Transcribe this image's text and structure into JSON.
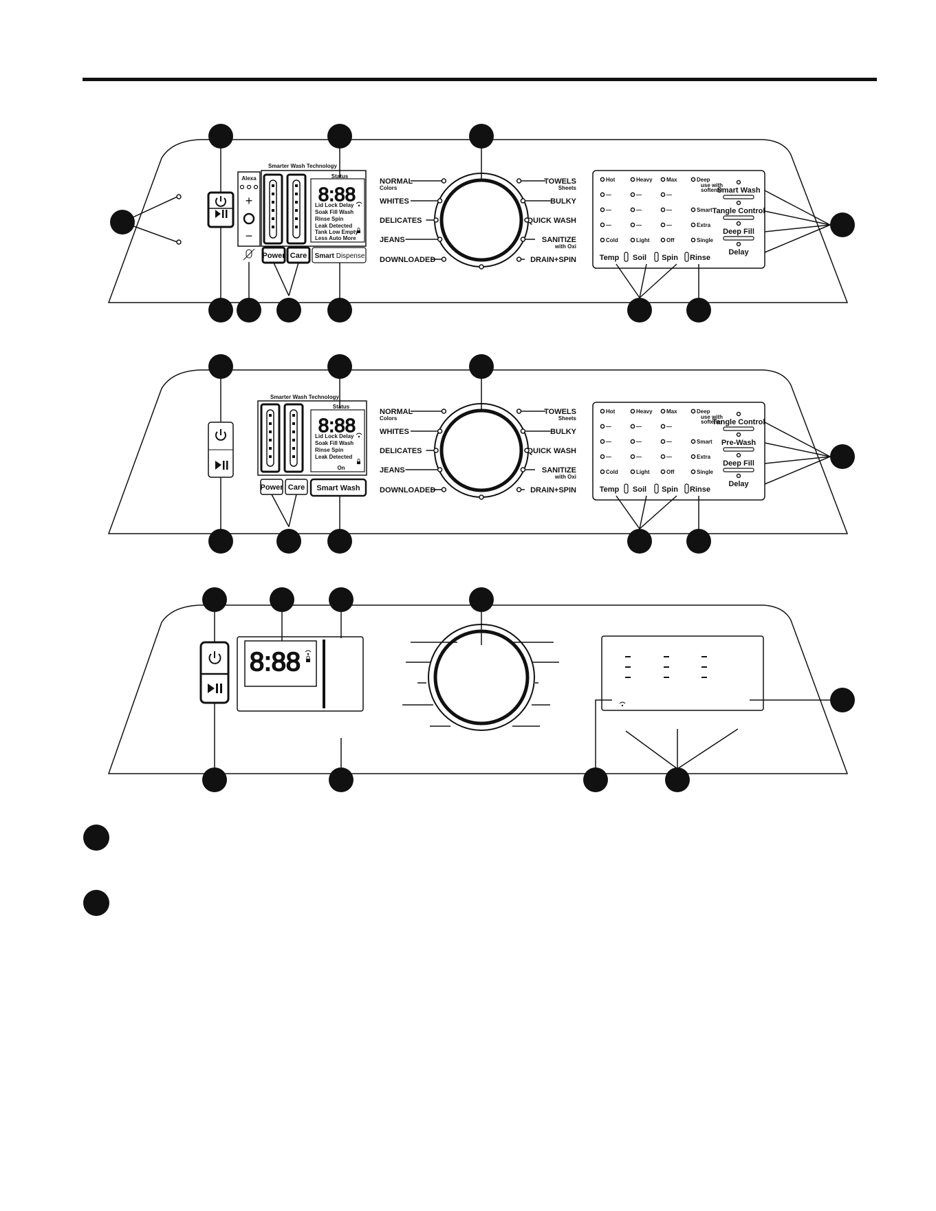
{
  "panel1": {
    "alexa_label": "Alexa",
    "plus": "+",
    "minus": "−",
    "smarter_wash": "Smarter Wash Technology",
    "status_label": "Status",
    "digits": "8:88",
    "status_rows": [
      "Lid  Lock  Delay",
      "Soak   Fill    Wash",
      "Rinse  Spin",
      "Leak Detected",
      "Tank Low Empty",
      "Less    Auto    More"
    ],
    "power_label": "Power",
    "care_label": "Care",
    "dispense_bold": "Smart",
    "dispense_rest": " Dispense"
  },
  "panel2": {
    "smarter_wash": "Smarter Wash Technology",
    "status_label": "Status",
    "digits": "8:88",
    "status_rows": [
      "Lid  Lock  Delay",
      "Soak   Fill    Wash",
      "Rinse  Spin",
      "Leak Detected"
    ],
    "on_label": "On",
    "power_label": "Power",
    "care_label": "Care",
    "smart_wash_button": "Smart Wash"
  },
  "panel3": {
    "digits": "8:88"
  },
  "cycles_left": [
    {
      "name": "NORMAL",
      "sub": "Colors"
    },
    {
      "name": "WHITES",
      "sub": ""
    },
    {
      "name": "DELICATES",
      "sub": ""
    },
    {
      "name": "JEANS",
      "sub": ""
    },
    {
      "name": "DOWNLOADED",
      "sub": ""
    }
  ],
  "cycles_right": [
    {
      "name": "TOWELS",
      "sub": "Sheets"
    },
    {
      "name": "BULKY",
      "sub": ""
    },
    {
      "name": "QUICK WASH",
      "sub": ""
    },
    {
      "name": "SANITIZE",
      "sub": "with Oxi"
    },
    {
      "name": "DRAIN+SPIN",
      "sub": ""
    }
  ],
  "option_columns": [
    {
      "label": "Temp",
      "levels": [
        "Hot",
        "—",
        "—",
        "—",
        "Cold"
      ]
    },
    {
      "label": "Soil",
      "levels": [
        "Heavy",
        "—",
        "—",
        "—",
        "Light"
      ]
    },
    {
      "label": "Spin",
      "levels": [
        "Max",
        "—",
        "—",
        "—",
        "Off"
      ]
    },
    {
      "label": "Rinse",
      "levels": [
        "Deep",
        "",
        "Smart",
        "Extra",
        "Single"
      ]
    }
  ],
  "deep_note_1": "use with",
  "deep_note_2": "softener",
  "options_panel1": [
    "Smart Wash",
    "Tangle Control",
    "Deep Fill",
    "Delay"
  ],
  "options_panel2": [
    "Tangle Control",
    "Pre-Wash",
    "Deep Fill",
    "Delay"
  ]
}
